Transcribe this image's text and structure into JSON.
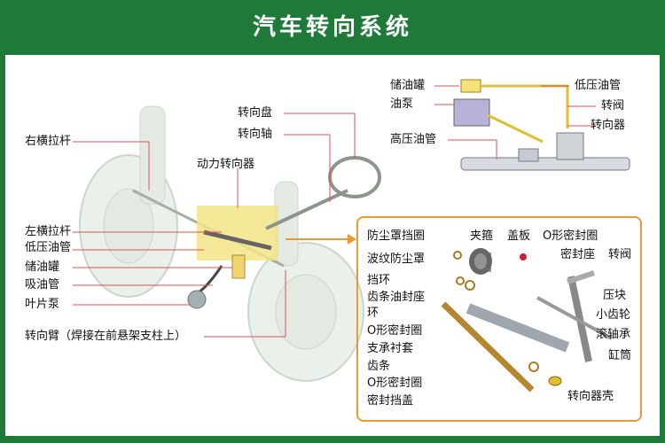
{
  "title": "汽车转向系统",
  "left_labels": {
    "right_tie_rod": "右横拉杆",
    "left_tie_rod": "左横拉杆",
    "low_pressure_pipe": "低压油管",
    "reservoir": "储油罐",
    "suction_pipe": "吸油管",
    "vane_pump": "叶片泵",
    "steering_arm": "转向臂（焊接在前悬架支柱上）"
  },
  "center_labels": {
    "steering_wheel": "转向盘",
    "steering_shaft": "转向轴",
    "power_steering_gear": "动力转向器"
  },
  "top_right_labels": {
    "reservoir": "储油罐",
    "pump": "油泵",
    "high_pressure_pipe": "高压油管",
    "low_pressure_pipe": "低压油管",
    "rotary_valve": "转阀",
    "steering_gear": "转向器"
  },
  "detail_labels": {
    "dust_cover_ring": "防尘罩挡圈",
    "clamp": "夹箍",
    "cover_plate": "盖板",
    "o_ring_top": "O形密封圈",
    "bellows_dust_cover": "波纹防尘罩",
    "seal_seat": "密封座",
    "rotary_valve": "转阀",
    "retaining_ring": "挡环",
    "rack_oil_seal_seat": "齿条油封座",
    "ring": "环",
    "pressure_block": "压块",
    "pinion": "小齿轮",
    "o_ring_mid": "O形密封圈",
    "roller_bearing": "滚轴承",
    "support_bushing": "支承衬套",
    "cylinder": "缸筒",
    "rack": "齿条",
    "o_ring_bottom": "O形密封圈",
    "seal_cap": "密封挡盖",
    "gear_housing": "转向器壳"
  },
  "colors": {
    "background": "#1f7a3a",
    "leader_line": "#e05050",
    "detail_border": "#e89a3a",
    "highlight": "#f2e27a"
  }
}
